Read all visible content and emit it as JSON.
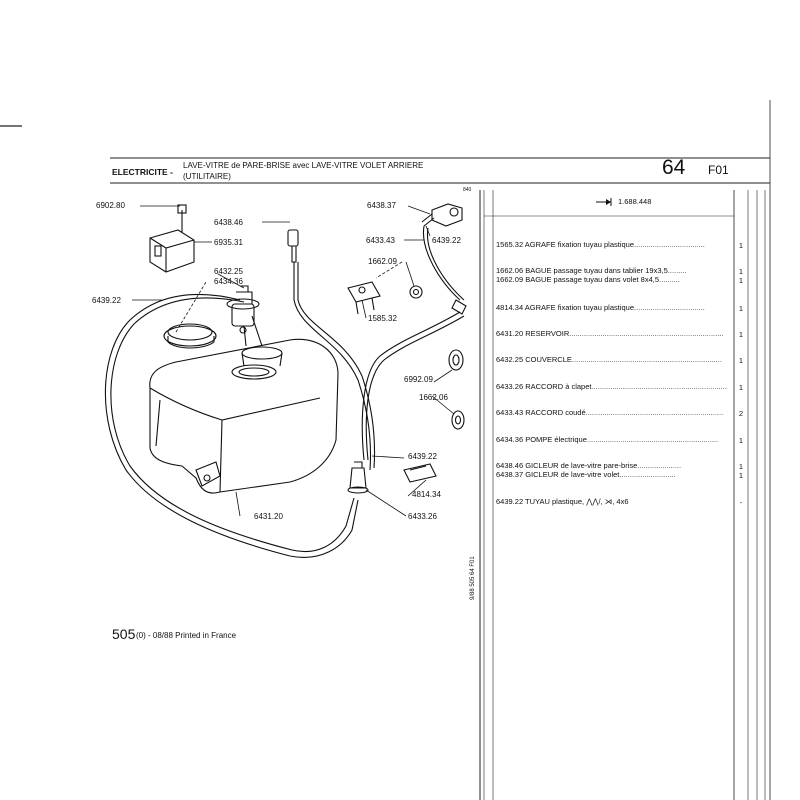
{
  "header": {
    "section": "ELECTRICITE -",
    "title_line1": "LAVE-VITRE de PARE-BRISE avec LAVE-VITRE VOLET ARRIERE",
    "title_line2": "(UTILITAIRE)",
    "group_number": "64",
    "group_code": "F01"
  },
  "diagram": {
    "small_ref": "840",
    "vertical_ref": "9/88 505 64 F01",
    "callouts": [
      "6902.80",
      "6935.31",
      "6438.46",
      "6432.25",
      "6434.36",
      "6439.22",
      "6438.37",
      "6433.43",
      "6439.22",
      "1662.09",
      "1585.32",
      "6992.09",
      "1662.06",
      "6439.22",
      "4814.34",
      "6431.20",
      "6433.26"
    ]
  },
  "parts_table": {
    "serial": "1.688.448",
    "rows": [
      {
        "lines": [
          "1565.32 AGRAFE fixation tuyau plastique"
        ],
        "qty": [
          "1"
        ]
      },
      {
        "lines": [
          "1662.06 BAGUE passage tuyau dans tablier 19x3,5",
          "1662.09 BAGUE passage tuyau dans volet 8x4,5"
        ],
        "qty": [
          "1",
          "1"
        ]
      },
      {
        "lines": [
          "4814.34 AGRAFE fixation tuyau plastique"
        ],
        "qty": [
          "1"
        ]
      },
      {
        "lines": [
          "6431.20 RESERVOIR"
        ],
        "qty": [
          "1"
        ]
      },
      {
        "lines": [
          "6432.25 COUVERCLE"
        ],
        "qty": [
          "1"
        ]
      },
      {
        "lines": [
          "6433.26 RACCORD à clapet"
        ],
        "qty": [
          "1"
        ]
      },
      {
        "lines": [
          "6433.43 RACCORD coudé"
        ],
        "qty": [
          "2"
        ]
      },
      {
        "lines": [
          "6434.36 POMPE électrique"
        ],
        "qty": [
          "1"
        ]
      },
      {
        "lines": [
          "6438.46 GICLEUR de lave-vitre pare-brise",
          "6438.37 GICLEUR de lave-vitre volet"
        ],
        "qty": [
          "1",
          "1"
        ]
      },
      {
        "lines": [
          "6439.22 TUYAU plastique, ⋀⋀/, ⋊, 4x6"
        ],
        "qty": [
          "-"
        ]
      }
    ]
  },
  "footer": {
    "page": "505",
    "page_suffix": "(0) - 08/88 Printed in France"
  }
}
